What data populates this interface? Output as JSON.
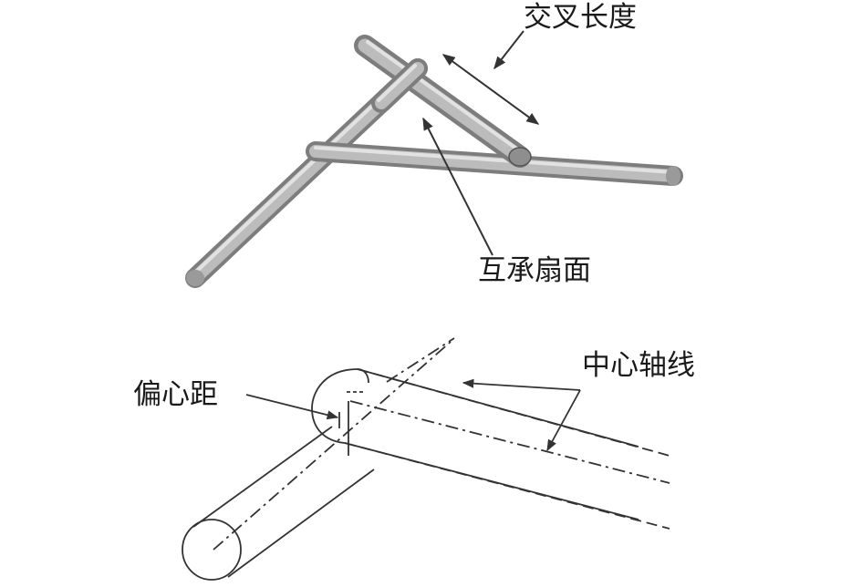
{
  "labels": {
    "cross_length": "交叉长度",
    "bearing_sector": "互承扇面",
    "eccentric_distance": "偏心距",
    "center_axis": "中心轴线"
  },
  "colors": {
    "rod_dark": "#8a8a8a",
    "rod_mid": "#b8b8b8",
    "rod_light": "#e6e6e6",
    "line": "#333333"
  }
}
